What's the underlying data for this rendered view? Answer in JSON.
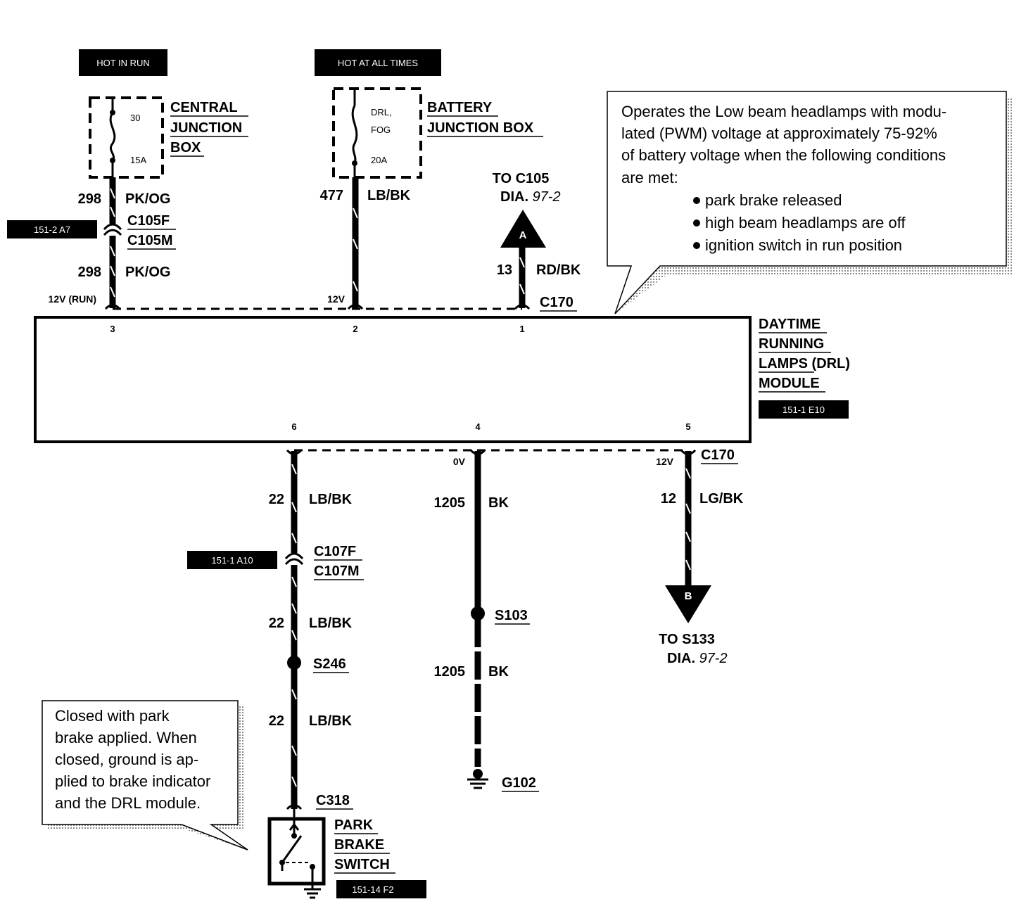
{
  "power_labels": {
    "hot_in_run": "HOT IN RUN",
    "hot_at_all_times": "HOT AT ALL TIMES"
  },
  "central_junction_box": {
    "name_lines": [
      "CENTRAL",
      "JUNCTION",
      "BOX"
    ],
    "fuse_number": "30",
    "fuse_rating": "15A"
  },
  "battery_junction_box": {
    "name_lines": [
      "BATTERY",
      "JUNCTION BOX"
    ],
    "fuse_name_lines": [
      "DRL,",
      "FOG"
    ],
    "fuse_rating": "20A"
  },
  "wires": {
    "w298_top": {
      "circuit": "298",
      "color": "PK/OG"
    },
    "w298_bottom": {
      "circuit": "298",
      "color": "PK/OG"
    },
    "w477": {
      "circuit": "477",
      "color": "LB/BK"
    },
    "w13": {
      "circuit": "13",
      "color": "RD/BK"
    },
    "w22_a": {
      "circuit": "22",
      "color": "LB/BK"
    },
    "w22_b": {
      "circuit": "22",
      "color": "LB/BK"
    },
    "w22_c": {
      "circuit": "22",
      "color": "LB/BK"
    },
    "w1205_a": {
      "circuit": "1205",
      "color": "BK"
    },
    "w1205_b": {
      "circuit": "1205",
      "color": "BK"
    },
    "w12": {
      "circuit": "12",
      "color": "LG/BK"
    }
  },
  "connectors": {
    "c105f": "C105F",
    "c105m": "C105M",
    "c107f": "C107F",
    "c107m": "C107M",
    "c170_top": "C170",
    "c170_bottom": "C170",
    "c318": "C318"
  },
  "splices": {
    "s246": "S246",
    "s103": "S103"
  },
  "ground": "G102",
  "voltages": {
    "pin3": "12V (RUN)",
    "pin2": "12V",
    "pin4": "0V",
    "pin5": "12V"
  },
  "ref_tags": {
    "c105": "151-2 A7",
    "module": "151-1 E10",
    "c107": "151-1 A10",
    "switch": "151-14 F2"
  },
  "arrows": {
    "a": {
      "letter": "A",
      "to": "TO C105",
      "dia_prefix": "DIA.",
      "dia_ref": "97-2"
    },
    "b": {
      "letter": "B",
      "to": "TO S133",
      "dia_prefix": "DIA.",
      "dia_ref": "97-2"
    }
  },
  "module": {
    "name_lines": [
      "DAYTIME",
      "RUNNING",
      "LAMPS (DRL)",
      "MODULE"
    ],
    "pins": {
      "p3": "3",
      "p2": "2",
      "p1": "1",
      "p6": "6",
      "p4": "4",
      "p5": "5"
    }
  },
  "notes": {
    "drl_operation": {
      "lines": [
        "Operates the Low beam headlamps with modu-",
        "lated (PWM) voltage at approximately 75-92%",
        "of battery voltage when the following conditions",
        "are met:"
      ],
      "bullets": [
        "park brake released",
        "high beam headlamps are off",
        "ignition switch in run position"
      ]
    },
    "park_brake": {
      "lines": [
        "Closed with park",
        "brake applied.  When",
        "closed, ground is ap-",
        "plied to brake indicator",
        "and the DRL module."
      ]
    }
  },
  "park_brake_switch": {
    "name_lines": [
      "PARK",
      "BRAKE",
      "SWITCH"
    ]
  }
}
